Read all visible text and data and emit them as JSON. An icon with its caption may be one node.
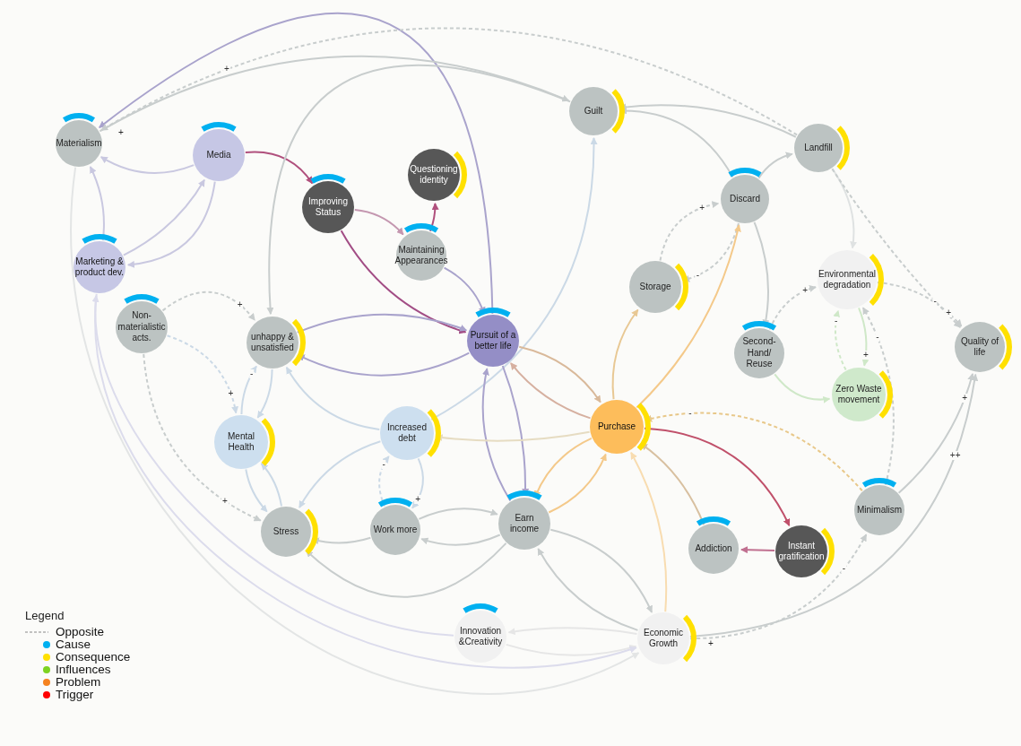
{
  "diagram": {
    "nodes": [
      {
        "text": [
          "Materialism"
        ]
      },
      {
        "text": [
          "Media"
        ]
      },
      {
        "text": [
          "Marketing & product dev."
        ]
      },
      {
        "text": [
          "Improving Status"
        ]
      },
      {
        "text": [
          "Questioning identity"
        ]
      },
      {
        "text": [
          "Maintaining Appearances"
        ]
      },
      {
        "text": [
          "Guilt"
        ]
      },
      {
        "text": [
          "Landfill"
        ]
      },
      {
        "text": [
          "Discard"
        ]
      },
      {
        "text": [
          "Storage"
        ]
      },
      {
        "text": [
          "Environmental degradation"
        ]
      },
      {
        "text": [
          "Non-materialistic acts."
        ]
      },
      {
        "text": [
          "unhappy & unsatisfied"
        ]
      },
      {
        "text": [
          "Pursuit of a better life"
        ]
      },
      {
        "text": [
          "Second-Hand/ Reuse"
        ]
      },
      {
        "text": [
          "Zero Waste movement"
        ]
      },
      {
        "text": [
          "Quality of life"
        ]
      },
      {
        "text": [
          "Mental Health"
        ]
      },
      {
        "text": [
          "Increased debt"
        ]
      },
      {
        "text": [
          "Purchase"
        ]
      },
      {
        "text": [
          "Stress"
        ]
      },
      {
        "text": [
          "Work more"
        ]
      },
      {
        "text": [
          "Earn income"
        ]
      },
      {
        "text": [
          "Addiction"
        ]
      },
      {
        "text": [
          "Instant gratification"
        ]
      },
      {
        "text": [
          "Minimalism"
        ]
      },
      {
        "text": [
          "Innovation &Creativity"
        ]
      },
      {
        "text": [
          "Economic Growth"
        ]
      }
    ],
    "edges": [
      {
        "from": 1,
        "to": 0,
        "arrow": "to",
        "color": "#c9c8e0"
      },
      {
        "from": 2,
        "to": 0,
        "arrow": "to",
        "color": "#c9c8e0"
      },
      {
        "from": 2,
        "to": 1,
        "arrow": "to",
        "color": "#c9c8e0"
      },
      {
        "from": 1,
        "to": 2,
        "arrow": "to",
        "color": "#c9c8e0"
      },
      {
        "from": 1,
        "to": 3,
        "arrow": "to",
        "color": "#b0507d"
      },
      {
        "from": 3,
        "to": 5,
        "arrow": "to",
        "color": "#c497b0"
      },
      {
        "from": 3,
        "to": 13,
        "arrow": "to",
        "color": "#a24d85"
      },
      {
        "from": 5,
        "to": 4,
        "arrow": "to",
        "color": "#b0507d"
      },
      {
        "from": 5,
        "to": 13,
        "arrow": "to",
        "color": "#a9a3cc"
      },
      {
        "from": 13,
        "to": 0,
        "arrow": "to",
        "color": "#a9a3cc"
      },
      {
        "from": 7,
        "to": 0,
        "arrow": "to",
        "style": "dashed",
        "label": "+"
      },
      {
        "from": 0,
        "to": 6,
        "arrow": "to"
      },
      {
        "from": 6,
        "to": 12,
        "arrow": "to"
      },
      {
        "from": 7,
        "to": 6,
        "arrow": "to"
      },
      {
        "from": 8,
        "to": 6,
        "arrow": "to"
      },
      {
        "from": 8,
        "to": 7,
        "arrow": "to"
      },
      {
        "from": 9,
        "to": 8,
        "arrow": "to",
        "style": "dashed",
        "label": "+"
      },
      {
        "from": 8,
        "to": 9,
        "arrow": "to",
        "style": "dashed",
        "label": "-"
      },
      {
        "from": 19,
        "to": 9,
        "arrow": "to",
        "color": "#e8c894"
      },
      {
        "from": 19,
        "to": 8,
        "arrow": "to",
        "color": "#f4c98a"
      },
      {
        "from": 18,
        "to": 6,
        "arrow": "to",
        "color": "#cbd9e6"
      },
      {
        "from": 8,
        "to": 14,
        "arrow": "to"
      },
      {
        "from": 7,
        "to": 10,
        "arrow": "to",
        "color": "#dfe2e2"
      },
      {
        "from": 7,
        "to": 16,
        "arrow": "to",
        "style": "dashed",
        "label": "-"
      },
      {
        "from": 10,
        "to": 16,
        "arrow": "to",
        "style": "dashed",
        "label": "+"
      },
      {
        "from": 14,
        "to": 10,
        "arrow": "to",
        "style": "dashed",
        "label": "+"
      },
      {
        "from": 15,
        "to": 10,
        "arrow": "to",
        "style": "dashed",
        "color": "#cfe8c8",
        "label": "-"
      },
      {
        "from": 10,
        "to": 15,
        "arrow": "to",
        "color": "#cfe8c8",
        "label": "+"
      },
      {
        "from": 25,
        "to": 10,
        "arrow": "to",
        "style": "dashed",
        "label": "-"
      },
      {
        "from": 14,
        "to": 15,
        "arrow": "to",
        "color": "#cfe8c8"
      },
      {
        "from": 11,
        "to": 12,
        "arrow": "to",
        "style": "dashed",
        "label": "+"
      },
      {
        "from": 11,
        "to": 17,
        "arrow": "to",
        "style": "dashed",
        "color": "#cbd9e6",
        "label": "+"
      },
      {
        "from": 11,
        "to": 20,
        "arrow": "to",
        "style": "dashed",
        "label": "+"
      },
      {
        "from": 12,
        "to": 13,
        "arrow": "to",
        "color": "#a9a3cc"
      },
      {
        "from": 13,
        "to": 12,
        "arrow": "to",
        "color": "#a9a3cc"
      },
      {
        "from": 17,
        "to": 12,
        "arrow": "to",
        "color": "#cbd9e6",
        "label": "-"
      },
      {
        "from": 12,
        "to": 17,
        "arrow": "to",
        "color": "#cbd9e6"
      },
      {
        "from": 17,
        "to": 20,
        "arrow": "to",
        "color": "#cbd9e6"
      },
      {
        "from": 20,
        "to": 17,
        "arrow": "to",
        "color": "#cbd9e6"
      },
      {
        "from": 18,
        "to": 12,
        "arrow": "to",
        "color": "#cbd9e6"
      },
      {
        "from": 18,
        "to": 20,
        "arrow": "to",
        "color": "#cbd9e6"
      },
      {
        "from": 21,
        "to": 18,
        "arrow": "to",
        "style": "dashed",
        "color": "#cbd9e6",
        "label": "-"
      },
      {
        "from": 18,
        "to": 21,
        "arrow": "to",
        "color": "#cbd9e6",
        "label": "+"
      },
      {
        "from": 21,
        "to": 20,
        "arrow": "to"
      },
      {
        "from": 21,
        "to": 22,
        "arrow": "to"
      },
      {
        "from": 22,
        "to": 21,
        "arrow": "to"
      },
      {
        "from": 22,
        "to": 20,
        "arrow": "to"
      },
      {
        "from": 22,
        "to": 13,
        "arrow": "to",
        "color": "#a9a3cc"
      },
      {
        "from": 13,
        "to": 22,
        "arrow": "to",
        "color": "#a9a3cc"
      },
      {
        "from": 13,
        "to": 19,
        "arrow": "to",
        "color": "#d9b99a"
      },
      {
        "from": 19,
        "to": 13,
        "arrow": "to",
        "color": "#d6b0a0"
      },
      {
        "from": 19,
        "to": 18,
        "arrow": "to",
        "color": "#e6dcc2"
      },
      {
        "from": 19,
        "to": 22,
        "arrow": "to",
        "color": "#f4c98a"
      },
      {
        "from": 22,
        "to": 19,
        "arrow": "to",
        "color": "#f4c98a"
      },
      {
        "from": 19,
        "to": 24,
        "arrow": "to",
        "color": "#c0506a"
      },
      {
        "from": 24,
        "to": 23,
        "arrow": "to",
        "color": "#c07090"
      },
      {
        "from": 23,
        "to": 19,
        "arrow": "to",
        "color": "#d8c0a0"
      },
      {
        "from": 25,
        "to": 19,
        "arrow": "to",
        "style": "dashed",
        "color": "#e8c88a",
        "label": "-"
      },
      {
        "from": 25,
        "to": 16,
        "arrow": "to",
        "label": "+"
      },
      {
        "from": 27,
        "to": 16,
        "arrow": "to",
        "label": "++"
      },
      {
        "from": 27,
        "to": 25,
        "arrow": "to",
        "style": "dashed",
        "label": "-"
      },
      {
        "from": 27,
        "to": 19,
        "arrow": "to",
        "color": "#f8dcb0"
      },
      {
        "from": 22,
        "to": 27,
        "arrow": "to"
      },
      {
        "from": 27,
        "to": 22,
        "arrow": "to"
      },
      {
        "from": 26,
        "to": 27,
        "arrow": "to",
        "color": "#e6e6e6"
      },
      {
        "from": 27,
        "to": 26,
        "arrow": "to",
        "color": "#e6e6e6"
      },
      {
        "from": 2,
        "to": 27,
        "arrow": "to",
        "color": "#dcdcec"
      },
      {
        "from": 0,
        "to": 27,
        "arrow": "to",
        "color": "#e3e5e5"
      },
      {
        "from": 26,
        "to": 2,
        "arrow": "to",
        "color": "#dcdcec"
      }
    ],
    "labels": [
      "Legend",
      "+",
      "+"
    ],
    "legend": [
      {
        "text": "Opposite"
      },
      {
        "text": "Cause",
        "color": "#00b0f0"
      },
      {
        "text": "Consequence",
        "color": "#ffe000"
      },
      {
        "text": "Influences",
        "color": "#7ed321"
      },
      {
        "text": "Problem",
        "color": "#f5821f"
      },
      {
        "text": "Trigger",
        "color": "#ff0000"
      }
    ]
  }
}
